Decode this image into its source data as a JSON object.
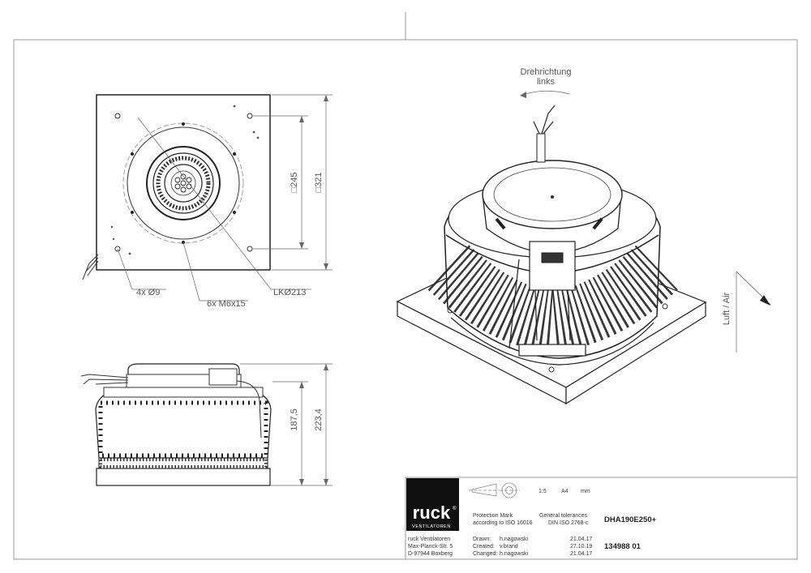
{
  "top_view": {
    "dim_square_inner": "□245",
    "dim_square_outer": "□321",
    "callout_holes": "4x Ø9",
    "callout_threads": "6x M6x15",
    "callout_bolt_circle": "LKØ213"
  },
  "side_view": {
    "dim_height_body": "187,5",
    "dim_height_total": "223,4"
  },
  "iso_view": {
    "rotation_label_line1": "Drehrichtung",
    "rotation_label_line2": "links",
    "airflow_label": "Luft / Air"
  },
  "title_block": {
    "logo_text": "ruck",
    "logo_sub": "VENTILATOREN",
    "logo_reg": "®",
    "scale": "1:5",
    "paper": "A4",
    "units": "mm",
    "protection_line1": "Protection Mark",
    "protection_line2": "according to ISO 16016",
    "tolerances_line1": "General tolerances",
    "tolerances_line2": "DIN ISO 2768-c",
    "model": "DHA190E250+",
    "company_line1": "ruck Ventilatoren",
    "company_line2": "Max-Planck-Str. 5",
    "company_line3": "D-97944 Boxberg",
    "drawn_label": "Drawn:",
    "drawn_by": "h.nagowski",
    "drawn_date": "21.04.17",
    "created_label": "Created:",
    "created_by": "v.brand",
    "created_date": "27.10.19",
    "changed_label": "Changed:",
    "changed_by": "h.nagowski",
    "changed_date": "21.04.17",
    "part_number": "134988 01"
  }
}
